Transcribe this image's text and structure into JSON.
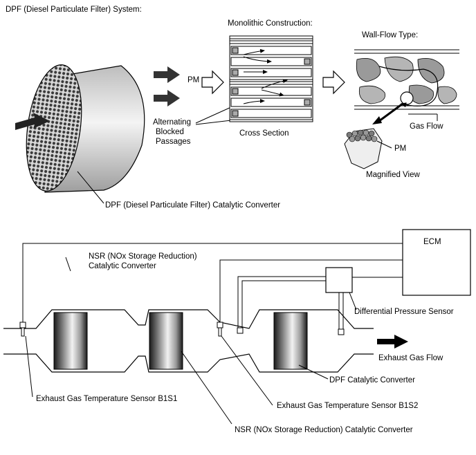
{
  "top_section": {
    "title": "DPF (Diesel Particulate Filter) System:",
    "monolithic_label": "Monolithic Construction:",
    "wallflow_label": "Wall-Flow Type:",
    "pm_label": "PM",
    "blocked_label_1": "Alternating",
    "blocked_label_2": "Blocked",
    "blocked_label_3": "Passages",
    "cross_section_label": "Cross Section",
    "gas_flow_label": "Gas Flow",
    "pm_small_label": "PM",
    "magnified_label": "Magnified View",
    "dpf_converter_label": "DPF (Diesel Particulate Filter) Catalytic Converter"
  },
  "bottom_section": {
    "ecm_label": "ECM",
    "nsr_top_label_1": "NSR (NOx Storage Reduction)",
    "nsr_top_label_2": "Catalytic Converter",
    "diff_pressure_label": "Differential Pressure Sensor",
    "exhaust_flow_label": "Exhaust Gas Flow",
    "dpf_cat_label": "DPF Catalytic Converter",
    "temp_b1s1_label": "Exhaust Gas Temperature Sensor B1S1",
    "temp_b1s2_label": "Exhaust Gas Temperature Sensor B1S2",
    "nsr_bottom_label": "NSR (NOx Storage Reduction) Catalytic Converter"
  }
}
